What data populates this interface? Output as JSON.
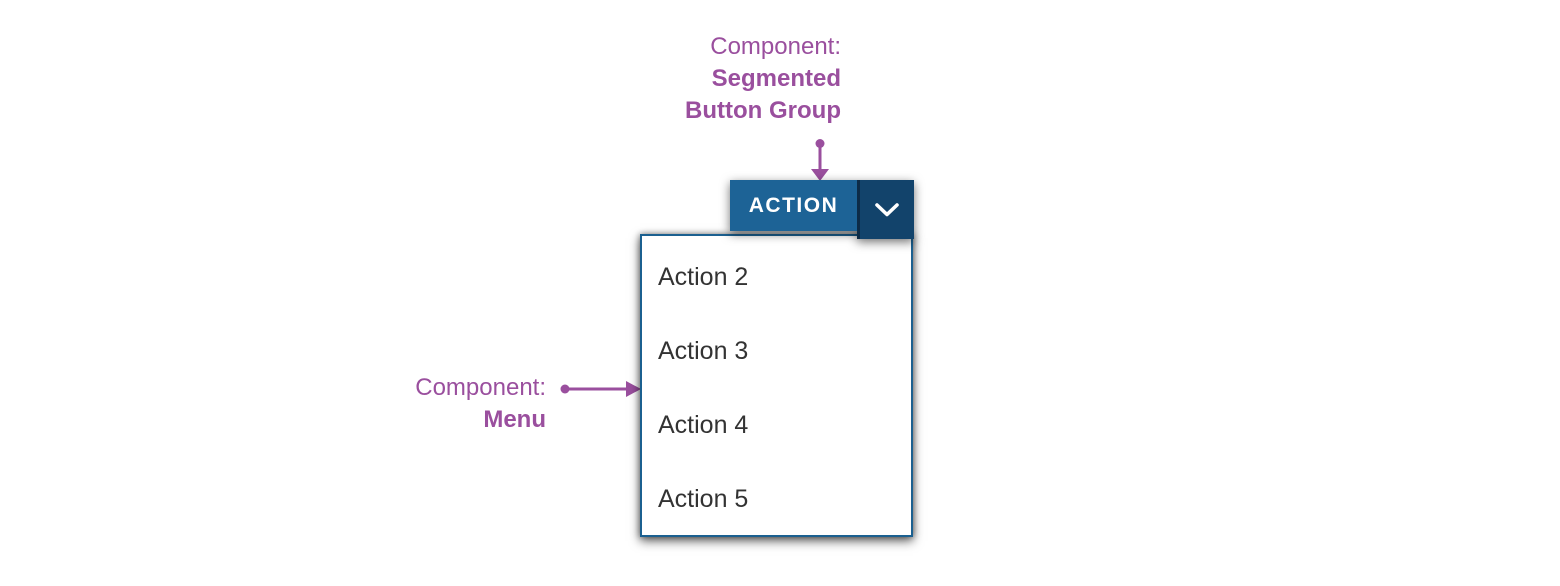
{
  "colors": {
    "purple": "#9A4F9E",
    "button_primary": "#1D6396",
    "button_dropdown": "#12436B",
    "segment_divider": "#0D2C47",
    "menu_border": "#1B6090",
    "menu_text": "#333333",
    "button_text": "#FFFFFF",
    "canvas_bg": "#FFFFFF"
  },
  "annotations": {
    "segmented_button_group": {
      "prefix": "Component:",
      "name_line1": "Segmented",
      "name_line2": "Button Group"
    },
    "menu": {
      "prefix": "Component:",
      "name": "Menu"
    }
  },
  "segmented_button_group": {
    "action_label": "ACTION",
    "dropdown_icon": "chevron-down-icon"
  },
  "menu": {
    "items": [
      "Action 2",
      "Action 3",
      "Action 4",
      "Action 5"
    ]
  }
}
